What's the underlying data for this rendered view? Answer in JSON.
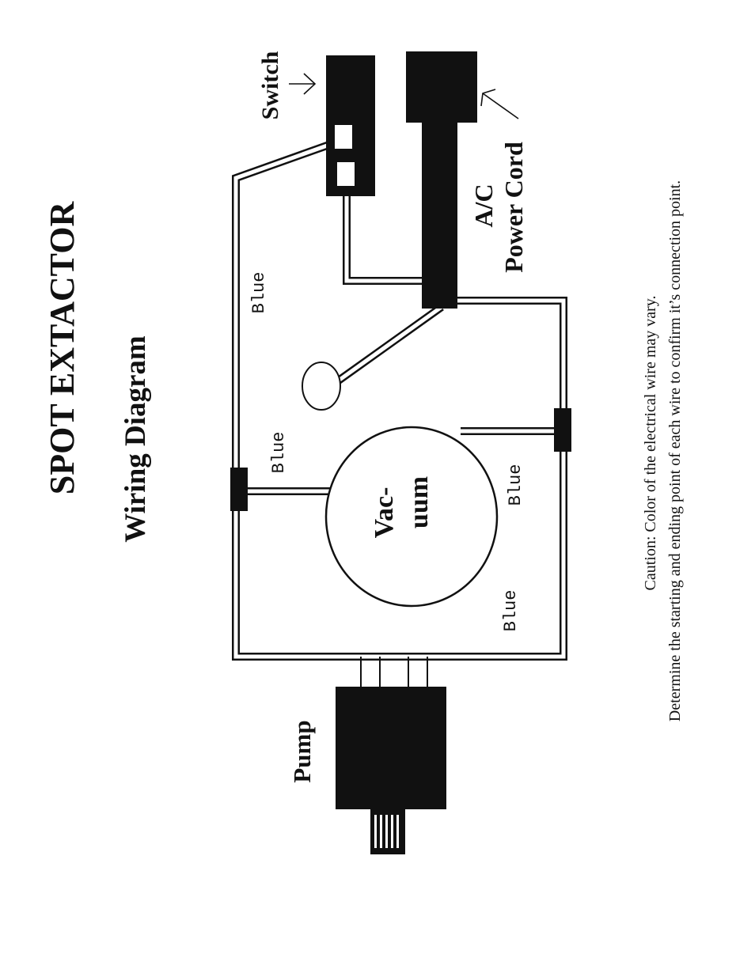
{
  "title": "SPOT EXTACTOR",
  "subtitle": "Wiring Diagram",
  "components": {
    "switch": "Switch",
    "power_cord_line1": "A/C",
    "power_cord_line2": "Power Cord",
    "pump": "Pump",
    "vacuum_line1": "Vac-",
    "vacuum_line2": "uum"
  },
  "wire_labels": {
    "blue_1": "Blue",
    "blue_2": "Blue",
    "blue_3": "Blue",
    "blue_4": "Blue"
  },
  "caution": {
    "line1": "Caution: Color of the electrical wire may vary.",
    "line2": "Determine the starting and ending point of each wire to confirm it’s connection point."
  },
  "colors": {
    "ink": "#111111",
    "background": "#ffffff"
  }
}
